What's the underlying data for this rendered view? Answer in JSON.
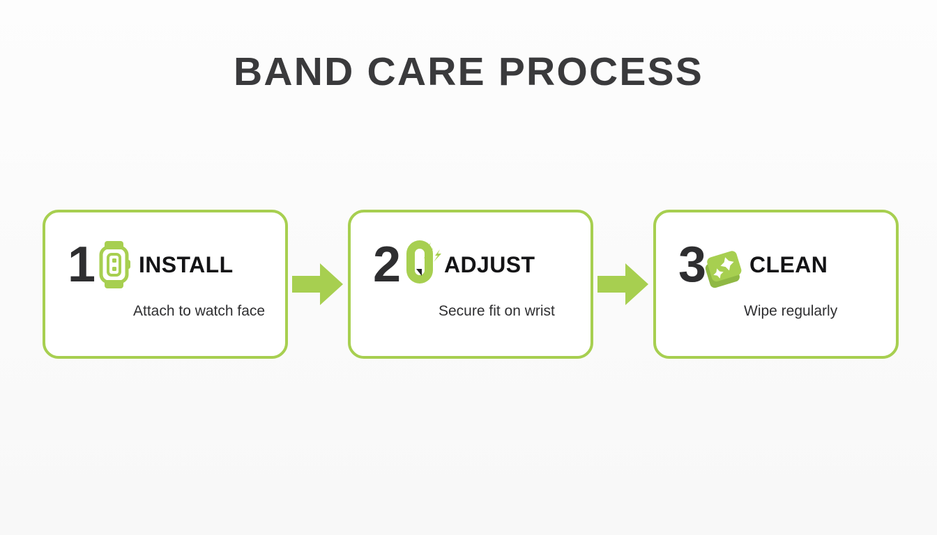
{
  "slide": {
    "title": "BAND CARE PROCESS",
    "background_color": "#fbfbfb",
    "accent_color": "#a7cf50",
    "title_color": "#3a3a3c",
    "number_color": "#2e2e30",
    "heading_color": "#141416",
    "subtitle_color": "#2f2f31",
    "card_background": "#ffffff"
  },
  "steps": [
    {
      "number": "1",
      "heading": "INSTALL",
      "subtitle": "Attach to watch face",
      "icon": "smartwatch-icon"
    },
    {
      "number": "2",
      "heading": "ADJUST",
      "subtitle": "Secure fit on wrist",
      "icon": "magnet-icon"
    },
    {
      "number": "3",
      "heading": "CLEAN",
      "subtitle": "Wipe regularly",
      "icon": "cleaning-cloth-icon"
    }
  ],
  "connectors": [
    {
      "icon": "arrow-right-icon"
    },
    {
      "icon": "arrow-right-icon"
    }
  ]
}
